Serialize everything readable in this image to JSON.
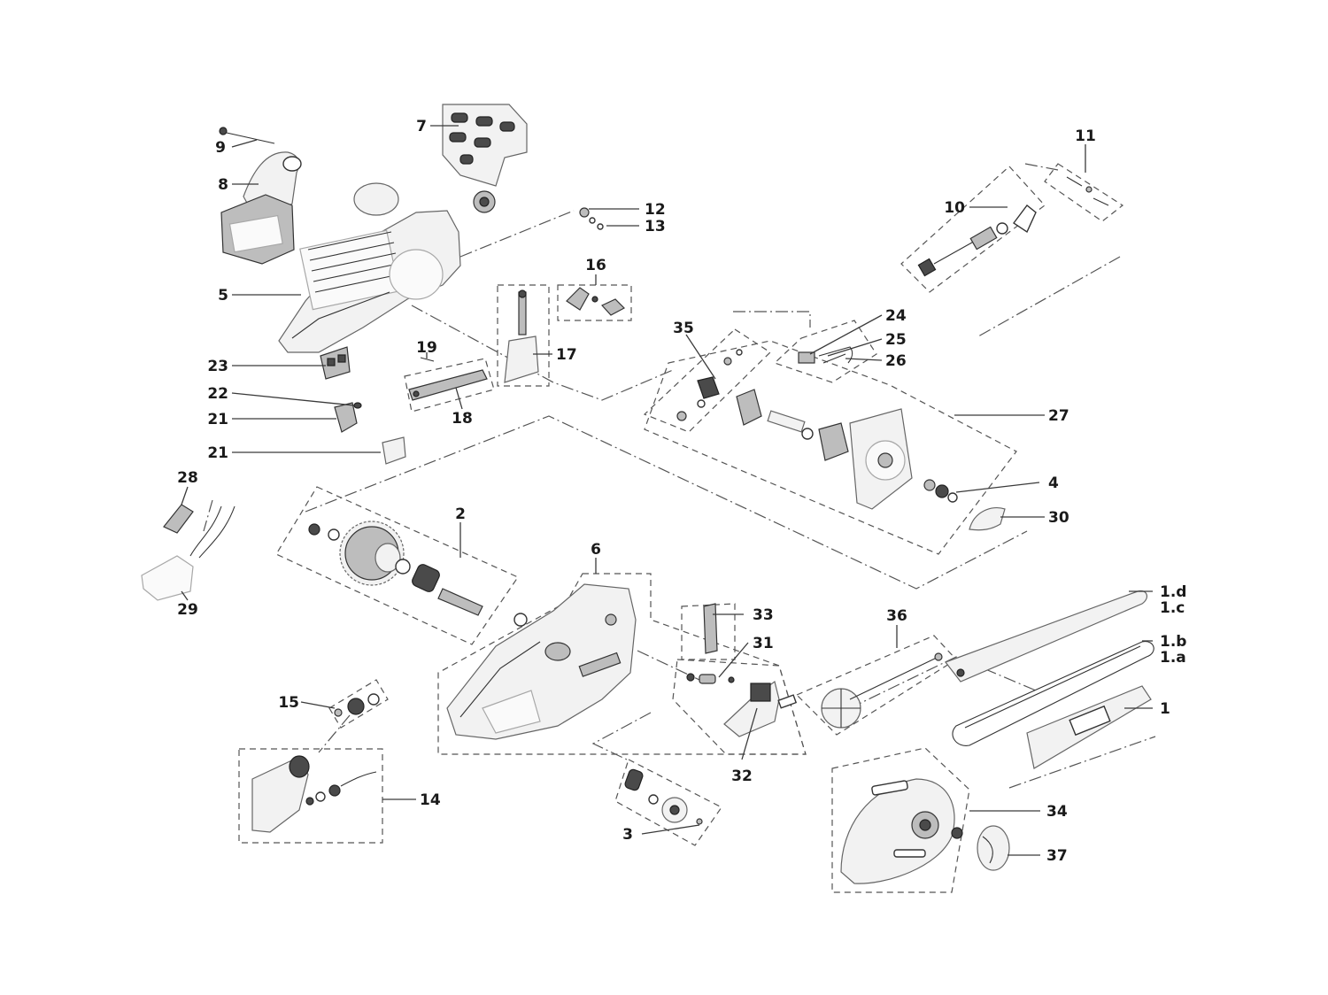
{
  "diagram": {
    "callouts": {
      "c1": "1",
      "c1a": "1.a",
      "c1b": "1.b",
      "c1c": "1.c",
      "c1d": "1.d",
      "c2": "2",
      "c3": "3",
      "c4": "4",
      "c5": "5",
      "c6": "6",
      "c7": "7",
      "c8": "8",
      "c9": "9",
      "c10": "10",
      "c11": "11",
      "c12": "12",
      "c13": "13",
      "c14": "14",
      "c15": "15",
      "c16": "16",
      "c17": "17",
      "c18": "18",
      "c19": "19",
      "c21a": "21",
      "c21b": "21",
      "c22": "22",
      "c23": "23",
      "c24": "24",
      "c25": "25",
      "c26": "26",
      "c27": "27",
      "c28": "28",
      "c29": "29",
      "c30": "30",
      "c31": "31",
      "c32": "32",
      "c33": "33",
      "c34": "34",
      "c35": "35",
      "c36": "36",
      "c37": "37"
    }
  }
}
